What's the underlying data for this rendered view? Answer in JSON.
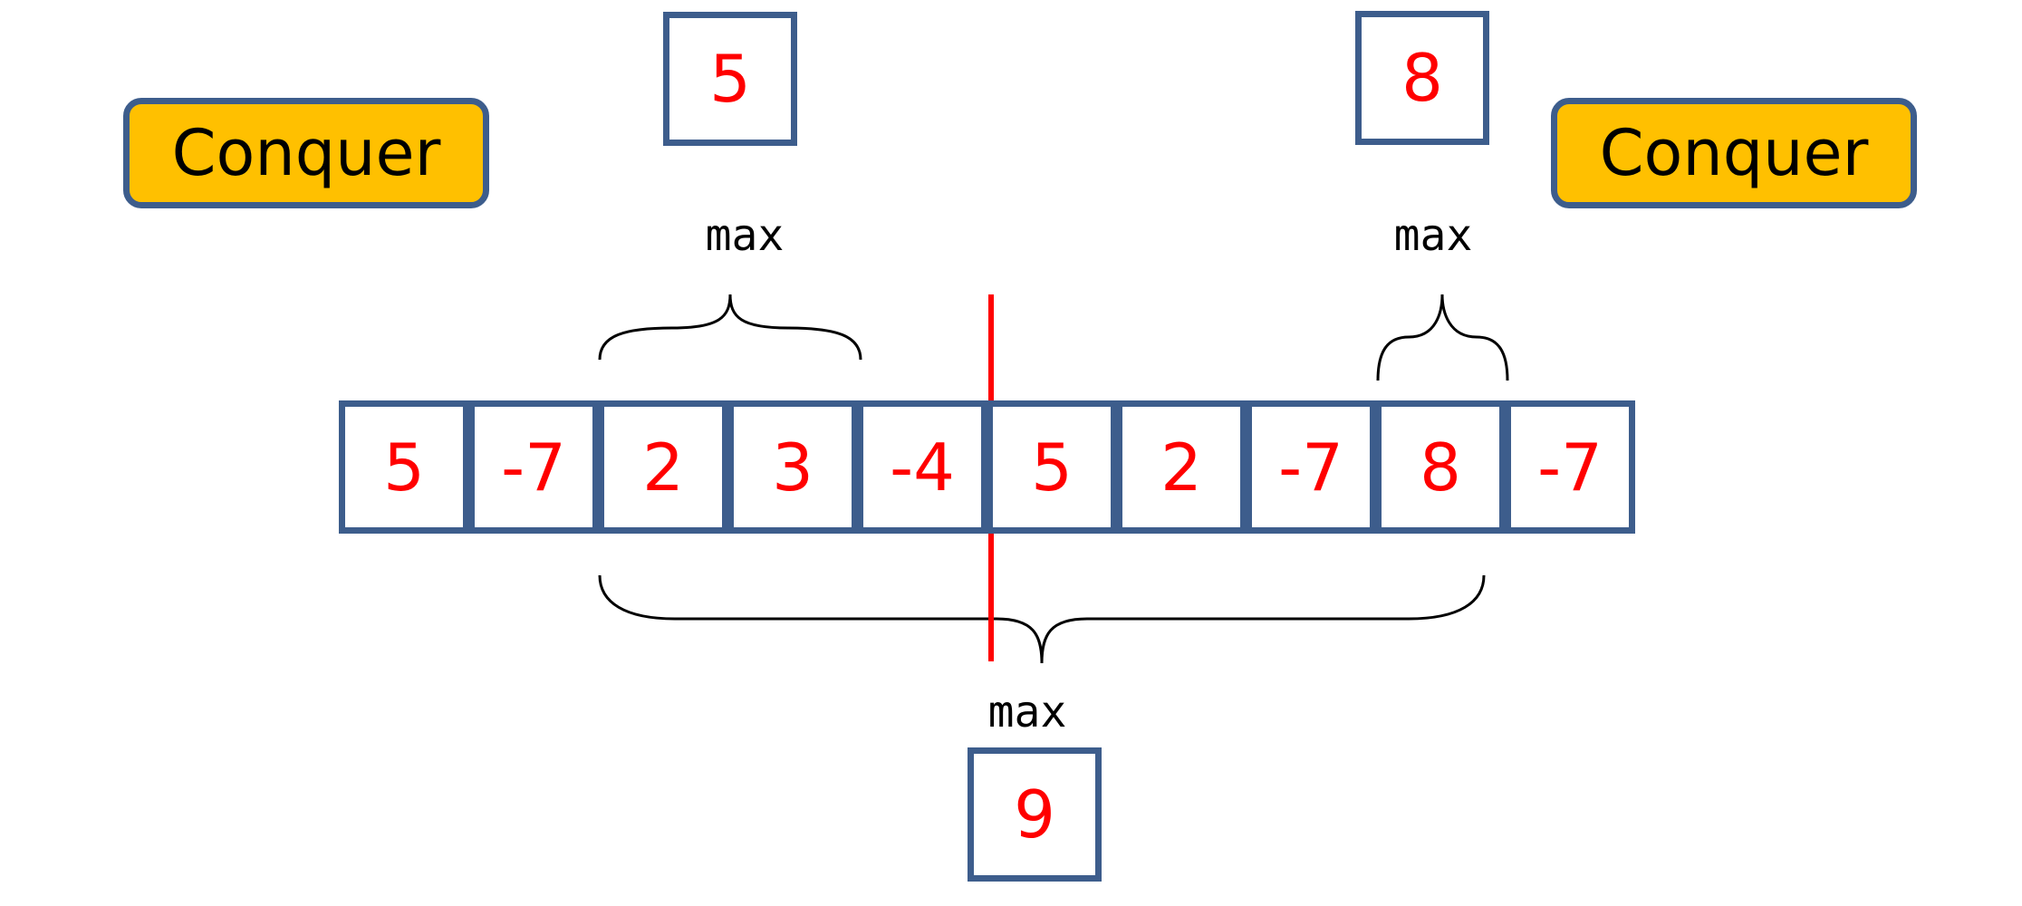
{
  "conquer_left": {
    "label": "Conquer"
  },
  "conquer_right": {
    "label": "Conquer"
  },
  "left_result": {
    "value": "5"
  },
  "right_result": {
    "value": "8"
  },
  "cross_result": {
    "value": "9"
  },
  "labels": {
    "max_left": "max",
    "max_right": "max",
    "max_cross": "max"
  },
  "array": [
    "5",
    "-7",
    "2",
    "3",
    "-4",
    "5",
    "2",
    "-7",
    "8",
    "-7"
  ],
  "colors": {
    "box_border": "#3d5d8c",
    "conquer_fill": "#ffc000",
    "number_text": "#ff0000",
    "divider": "#ff0000",
    "brace": "#000000"
  }
}
